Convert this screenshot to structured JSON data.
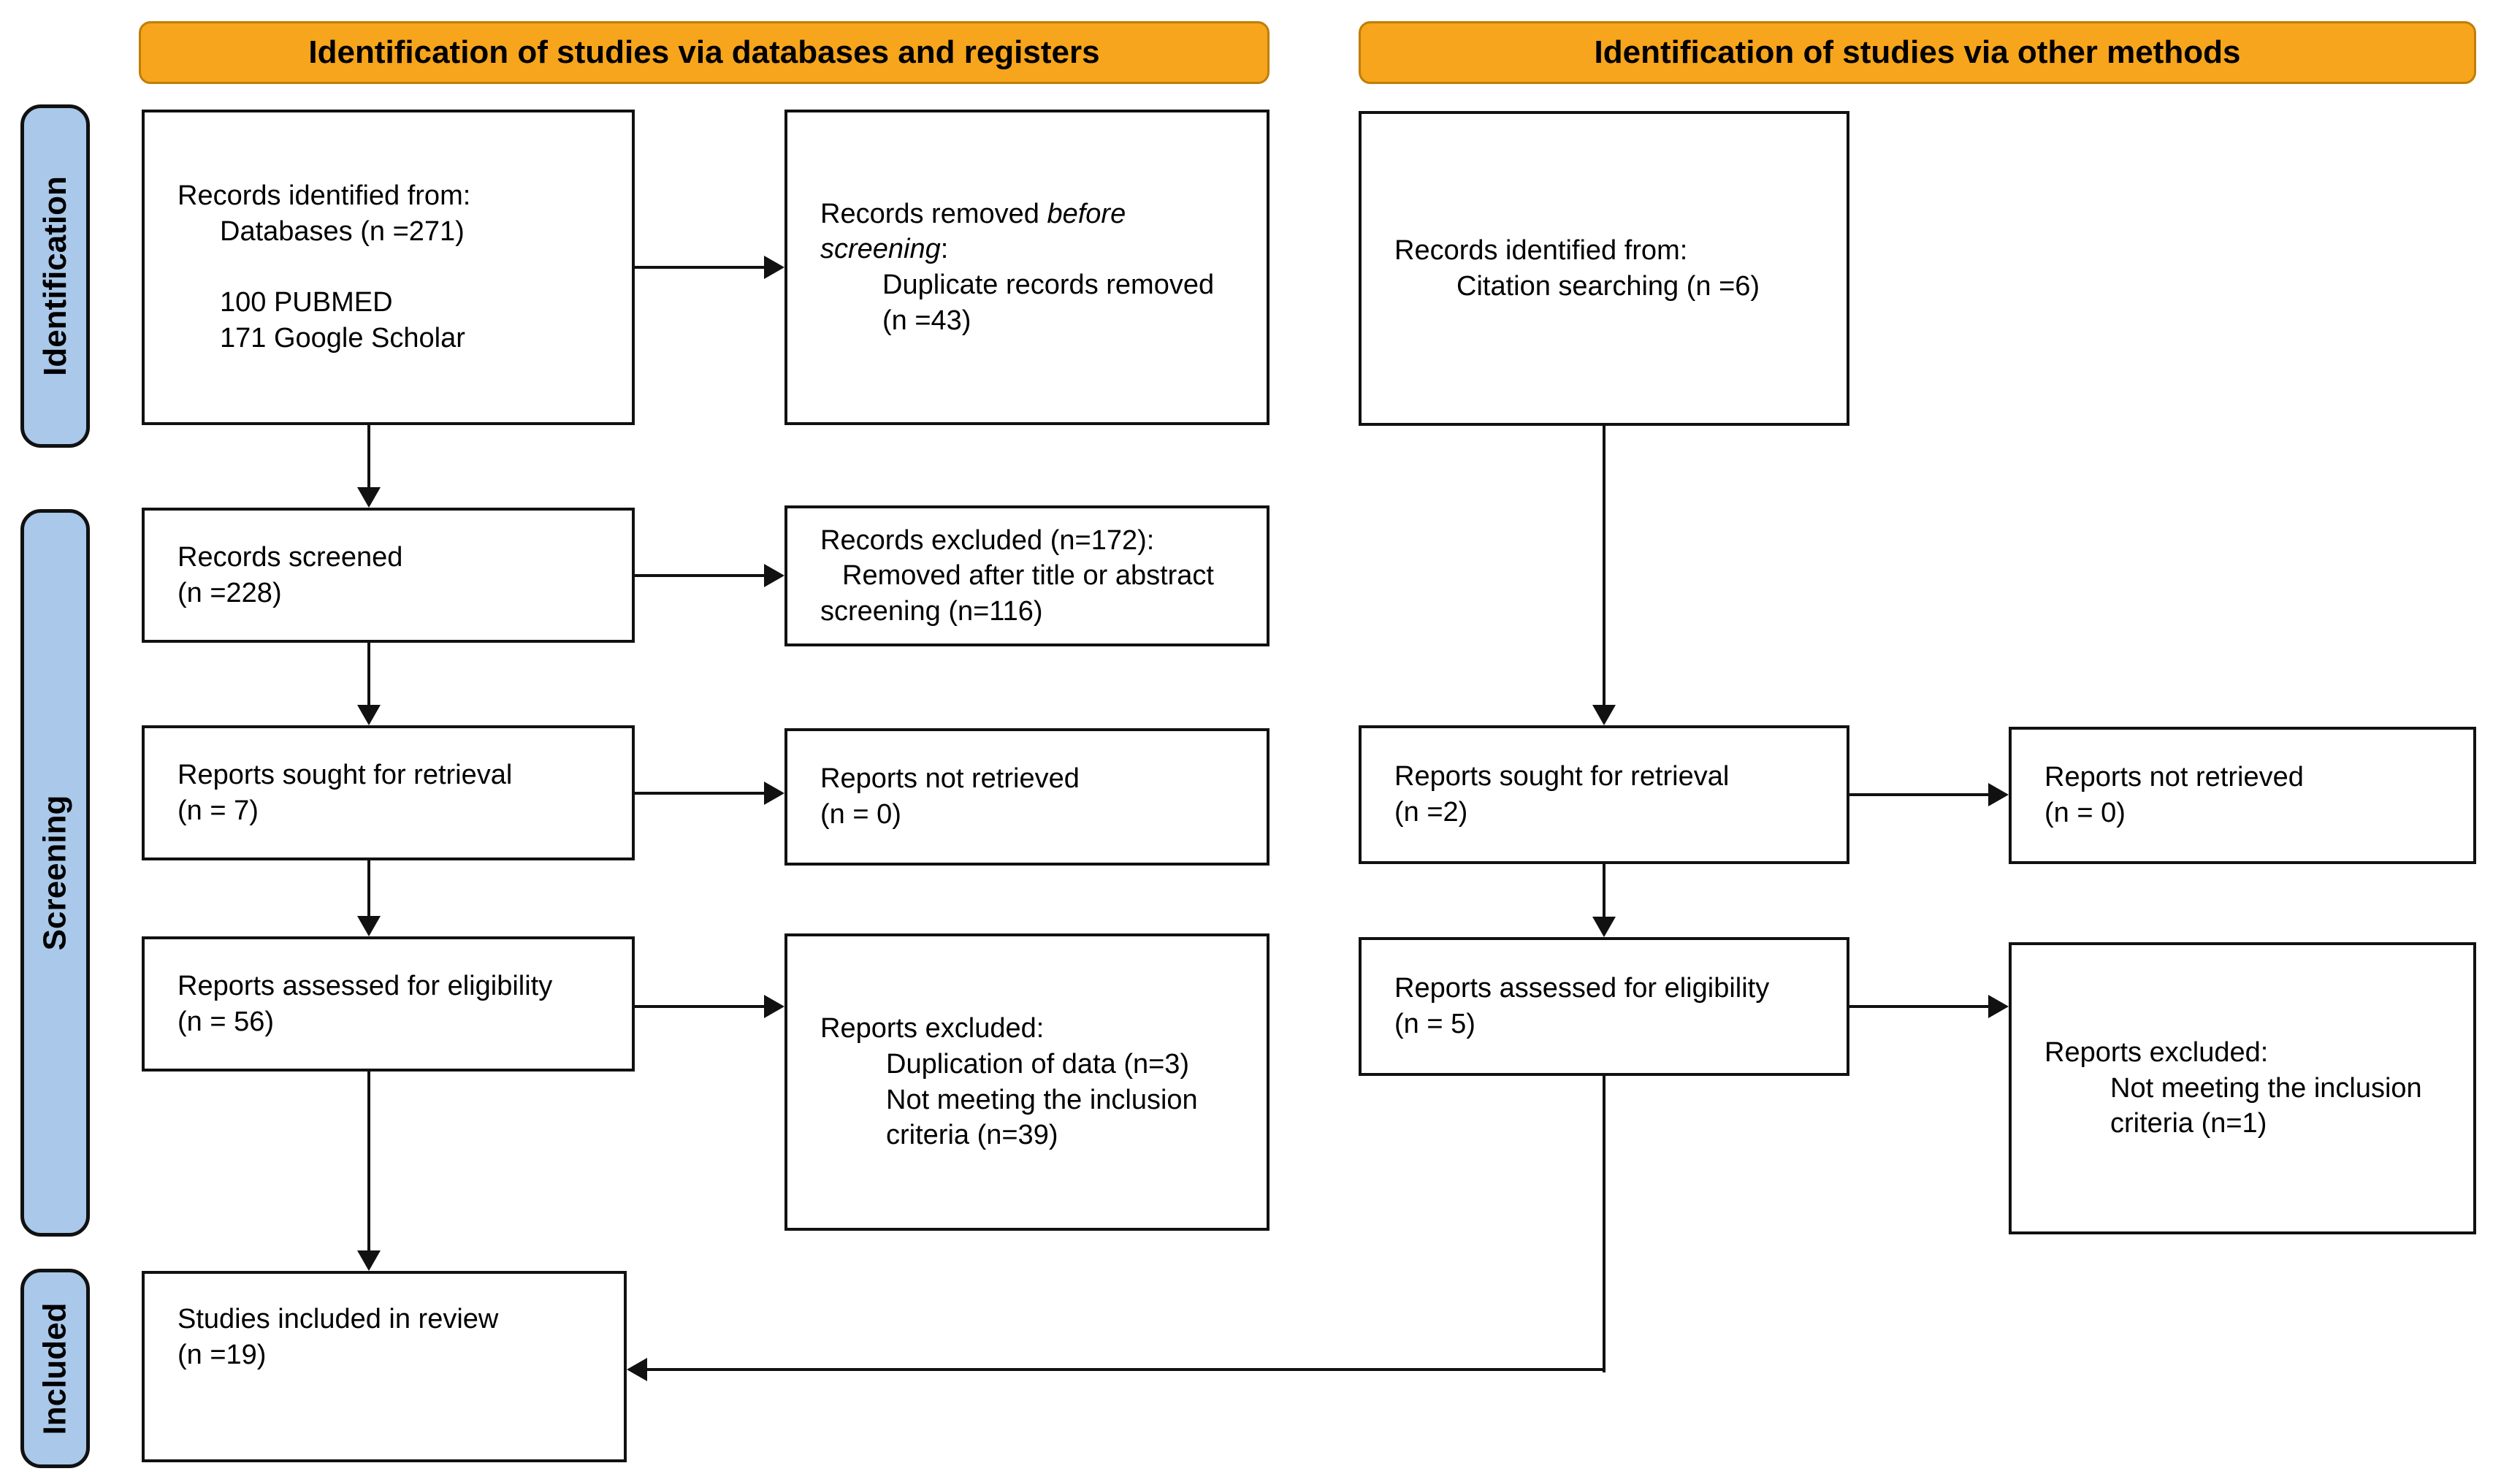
{
  "colors": {
    "ink": "#111111",
    "banner_fill": "#F6A51C",
    "banner_border": "#C07E06",
    "stage_fill": "#A9C8EA"
  },
  "banners": {
    "left": "Identification of studies via databases and registers",
    "right": "Identification of studies via other methods"
  },
  "stages": {
    "identification": "Identification",
    "screening": "Screening",
    "included": "Included"
  },
  "boxes": {
    "db_identified": {
      "lines": [
        {
          "ind": 0,
          "parts": [
            [
              "Records identified from:",
              0
            ]
          ]
        },
        {
          "ind": 58,
          "parts": [
            [
              "Databases (n =271)",
              0
            ]
          ]
        },
        {
          "ind": 0,
          "parts": [
            [
              " ",
              0
            ]
          ]
        },
        {
          "ind": 58,
          "parts": [
            [
              "100 PUBMED",
              0
            ]
          ]
        },
        {
          "ind": 58,
          "parts": [
            [
              "171 Google Scholar",
              0
            ]
          ]
        }
      ]
    },
    "removed_before_screening": {
      "lines": [
        {
          "ind": 0,
          "parts": [
            [
              "Records removed ",
              0
            ],
            [
              "before",
              1
            ]
          ]
        },
        {
          "ind": 0,
          "parts": [
            [
              "screening",
              1
            ],
            [
              ":",
              0
            ]
          ]
        },
        {
          "ind": 85,
          "parts": [
            [
              "Duplicate records removed",
              0
            ]
          ]
        },
        {
          "ind": 85,
          "parts": [
            [
              "(n =43)",
              0
            ]
          ]
        }
      ]
    },
    "citation_identified": {
      "lines": [
        {
          "ind": 0,
          "parts": [
            [
              "Records identified from:",
              0
            ]
          ]
        },
        {
          "ind": 85,
          "parts": [
            [
              "Citation searching (n =6)",
              0
            ]
          ]
        }
      ]
    },
    "records_screened": {
      "lines": [
        {
          "ind": 0,
          "parts": [
            [
              "Records screened",
              0
            ]
          ]
        },
        {
          "ind": 0,
          "parts": [
            [
              "(n =228)",
              0
            ]
          ]
        }
      ]
    },
    "records_excluded": {
      "lines": [
        {
          "ind": 0,
          "parts": [
            [
              "Records excluded (n=172):",
              0
            ]
          ]
        },
        {
          "ind": 30,
          "parts": [
            [
              "Removed after title or abstract",
              0
            ]
          ]
        },
        {
          "ind": 0,
          "parts": [
            [
              "screening (n=116)",
              0
            ]
          ]
        }
      ]
    },
    "reports_sought_db": {
      "lines": [
        {
          "ind": 0,
          "parts": [
            [
              "Reports sought for retrieval",
              0
            ]
          ]
        },
        {
          "ind": 0,
          "parts": [
            [
              "(n = 7)",
              0
            ]
          ]
        }
      ]
    },
    "reports_not_retrieved_db": {
      "lines": [
        {
          "ind": 0,
          "parts": [
            [
              "Reports not retrieved",
              0
            ]
          ]
        },
        {
          "ind": 0,
          "parts": [
            [
              "(n = 0)",
              0
            ]
          ]
        }
      ]
    },
    "reports_sought_other": {
      "lines": [
        {
          "ind": 0,
          "parts": [
            [
              "Reports sought for retrieval",
              0
            ]
          ]
        },
        {
          "ind": 0,
          "parts": [
            [
              "(n =2)",
              0
            ]
          ]
        }
      ]
    },
    "reports_not_retrieved_other": {
      "lines": [
        {
          "ind": 0,
          "parts": [
            [
              "Reports not retrieved",
              0
            ]
          ]
        },
        {
          "ind": 0,
          "parts": [
            [
              "(n = 0)",
              0
            ]
          ]
        }
      ]
    },
    "reports_assessed_db": {
      "lines": [
        {
          "ind": 0,
          "parts": [
            [
              "Reports assessed for eligibility",
              0
            ]
          ]
        },
        {
          "ind": 0,
          "parts": [
            [
              "(n = 56)",
              0
            ]
          ]
        }
      ]
    },
    "reports_excluded_db": {
      "lines": [
        {
          "ind": 0,
          "parts": [
            [
              "Reports excluded:",
              0
            ]
          ]
        },
        {
          "ind": 90,
          "parts": [
            [
              "Duplication of data (n=3)",
              0
            ]
          ]
        },
        {
          "ind": 90,
          "parts": [
            [
              "Not meeting the inclusion",
              0
            ]
          ]
        },
        {
          "ind": 90,
          "parts": [
            [
              "criteria (n=39)",
              0
            ]
          ]
        }
      ]
    },
    "reports_assessed_other": {
      "lines": [
        {
          "ind": 0,
          "parts": [
            [
              "Reports assessed for eligibility",
              0
            ]
          ]
        },
        {
          "ind": 0,
          "parts": [
            [
              "(n = 5)",
              0
            ]
          ]
        }
      ]
    },
    "reports_excluded_other": {
      "lines": [
        {
          "ind": 0,
          "parts": [
            [
              "Reports excluded:",
              0
            ]
          ]
        },
        {
          "ind": 90,
          "parts": [
            [
              "Not meeting the inclusion",
              0
            ]
          ]
        },
        {
          "ind": 90,
          "parts": [
            [
              "criteria (n=1)",
              0
            ]
          ]
        }
      ]
    },
    "studies_included": {
      "lines": [
        {
          "ind": 0,
          "parts": [
            [
              "Studies included in review",
              0
            ]
          ]
        },
        {
          "ind": 0,
          "parts": [
            [
              "(n =19)",
              0
            ]
          ]
        }
      ]
    }
  }
}
